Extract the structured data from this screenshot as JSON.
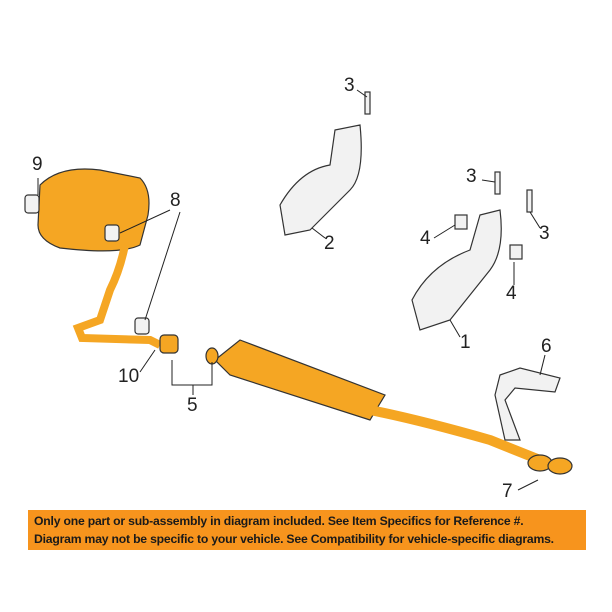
{
  "colors": {
    "part": "#f5a623",
    "part_dark": "#d98310",
    "banner": "#f7941d"
  },
  "callouts": {
    "c1": "1",
    "c2": "2",
    "c3a": "3",
    "c3b": "3",
    "c3c": "3",
    "c4a": "4",
    "c4b": "4",
    "c5": "5",
    "c6": "6",
    "c7": "7",
    "c8": "8",
    "c9": "9",
    "c10": "10"
  },
  "banner": {
    "line1": "Only one part or sub-assembly in diagram included. See Item Specifics for Reference #.",
    "line2": "Diagram may not be specific to your vehicle. See Compatibility for vehicle-specific diagrams."
  }
}
